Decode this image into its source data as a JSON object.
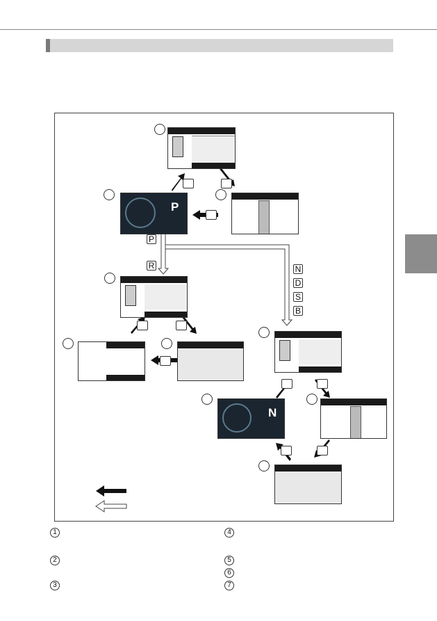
{
  "page": {
    "shift_keys": [
      "P",
      "R",
      "N",
      "D",
      "S",
      "B"
    ],
    "dash_gears": [
      "P",
      "N"
    ],
    "footnote_numbers": [
      "1",
      "2",
      "3",
      "4",
      "5",
      "6",
      "7"
    ],
    "colors": {
      "rule": "#8a8a8a",
      "section_bar": "#d6d6d6",
      "side_tab": "#8c8c8c",
      "screen_dark": "#1a1a1a",
      "dash_bg": "#1b2530"
    },
    "icons": [
      "view-switch-button-icon",
      "solid-arrow-icon",
      "hollow-arrow-icon",
      "circle-marker-icon",
      "camera-screen-icon",
      "instrument-cluster-icon"
    ]
  }
}
